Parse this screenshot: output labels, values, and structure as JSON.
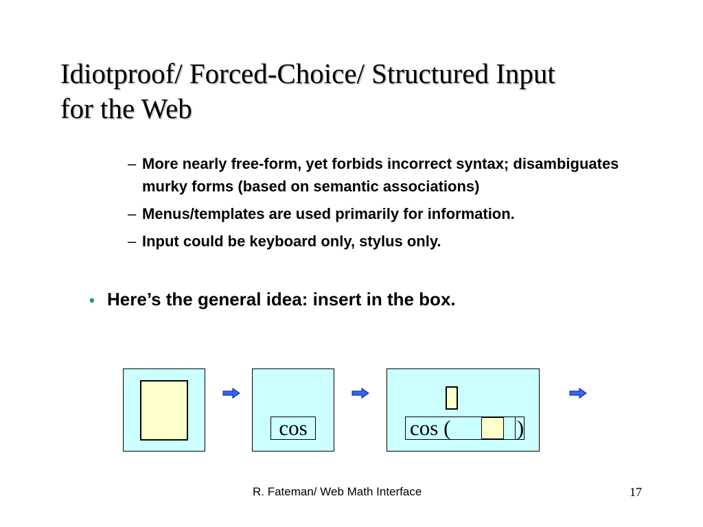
{
  "title": {
    "line1": "Idiotproof/ Forced-Choice/ Structured Input",
    "line2": "for the Web"
  },
  "sub_bullets": [
    {
      "dash": "–",
      "text": "More nearly free-form, yet forbids incorrect syntax; disambiguates murky forms (based on semantic associations)"
    },
    {
      "dash": "–",
      "text": "Menus/templates are used primarily for information."
    },
    {
      "dash": "–",
      "text": "Input could be keyboard only, stylus only."
    }
  ],
  "main_bullet": {
    "marker": "•",
    "text": "Here’s the general idea: insert in the box."
  },
  "diagram": {
    "step2_label": "cos",
    "step3_label": "cos (",
    "step3_close": ")",
    "arrow_icon": "right-arrow-icon",
    "frame_color": "#ccffff",
    "slot_color": "#ffffcc",
    "arrow_color": "#3366ff"
  },
  "footer": {
    "text": "R. Fateman/ Web Math Interface",
    "page": "17"
  }
}
